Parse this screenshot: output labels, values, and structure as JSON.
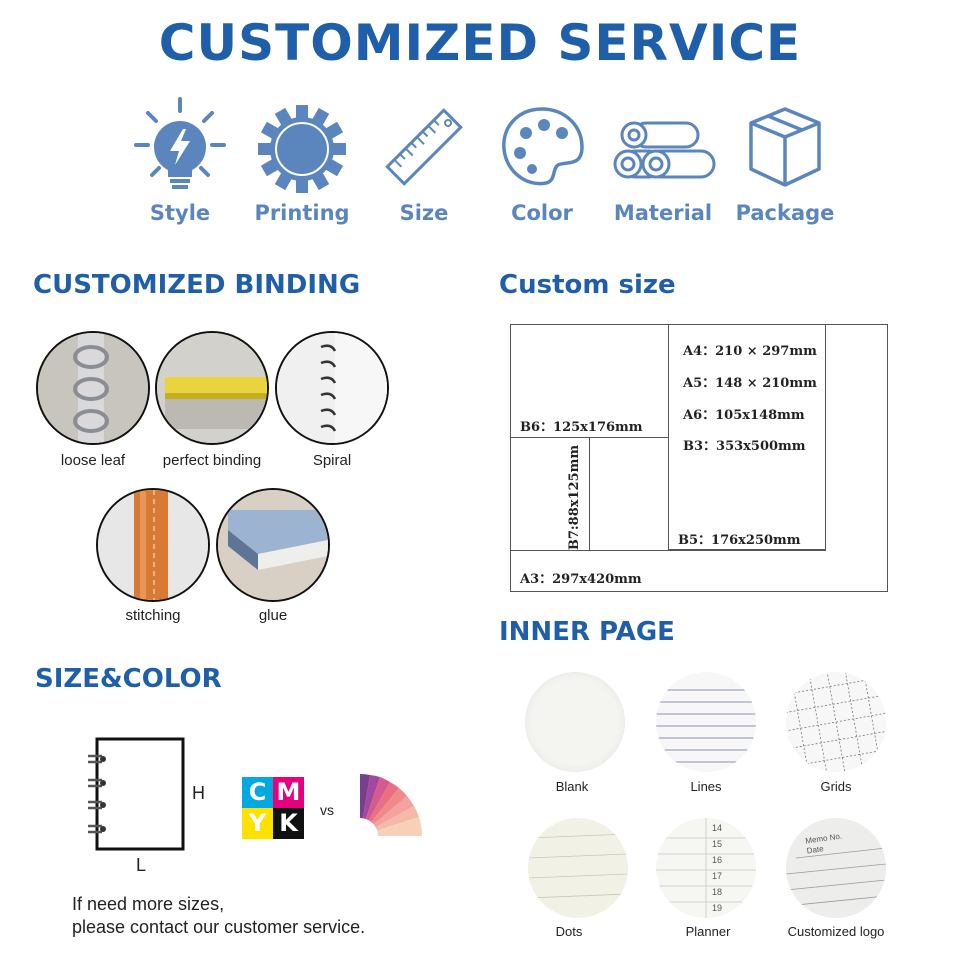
{
  "title": "CUSTOMIZED SERVICE",
  "services": [
    {
      "label": "Style",
      "icon": "lightbulb-icon"
    },
    {
      "label": "Printing",
      "icon": "gear-icon"
    },
    {
      "label": "Size",
      "icon": "ruler-icon"
    },
    {
      "label": "Color",
      "icon": "palette-icon"
    },
    {
      "label": "Material",
      "icon": "paper-rolls-icon"
    },
    {
      "label": "Package",
      "icon": "box-icon"
    }
  ],
  "binding": {
    "heading": "CUSTOMIZED BINDING",
    "items": [
      {
        "label": "loose leaf"
      },
      {
        "label": "perfect binding"
      },
      {
        "label": "Spiral"
      },
      {
        "label": "stitching"
      },
      {
        "label": "glue"
      }
    ]
  },
  "custom_size": {
    "heading": "Custom size",
    "labels": {
      "a4": "A4：210 × 297mm",
      "a5": "A5：148 × 210mm",
      "a6": "A6：105x148mm",
      "b3": "B3：353x500mm",
      "b6": "B6：125x176mm",
      "b7": "B7:88x125mm",
      "b5": "B5：176x250mm",
      "a3": "A3：297x420mm"
    }
  },
  "size_color": {
    "heading": "SIZE&COLOR",
    "height_label": "H",
    "width_label": "L",
    "cmyk": [
      "C",
      "M",
      "Y",
      "K"
    ],
    "vs_label": "vs",
    "contact_line1": "If need more sizes,",
    "contact_line2": "please contact our customer service."
  },
  "inner_page": {
    "heading": "INNER PAGE",
    "items": [
      {
        "label": "Blank"
      },
      {
        "label": "Lines"
      },
      {
        "label": "Grids"
      },
      {
        "label": "Dots"
      },
      {
        "label": "Planner"
      },
      {
        "label": "Customized logo"
      }
    ],
    "planner_numbers": [
      "14",
      "15",
      "16",
      "17",
      "18",
      "19"
    ],
    "memo_label": "Memo No.",
    "date_label": "Date"
  },
  "colors": {
    "brand_blue": "#1f5ea8",
    "icon_blue": "#5b86bd",
    "cyan": "#00a9e0",
    "magenta": "#e4007f",
    "yellow": "#ffe100",
    "black": "#111111"
  }
}
